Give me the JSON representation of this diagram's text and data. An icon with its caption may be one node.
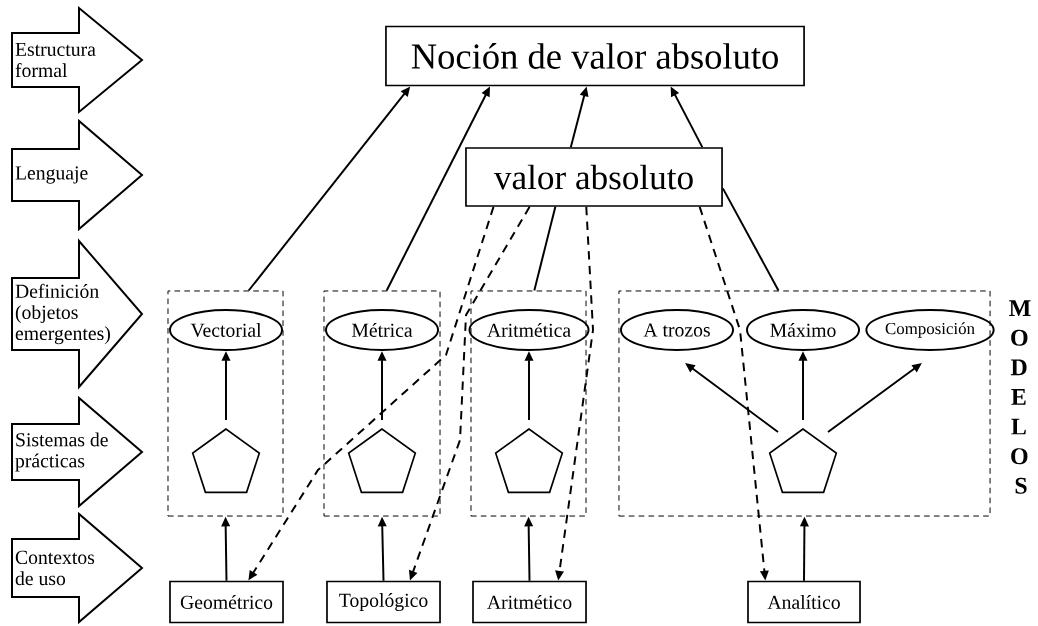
{
  "diagram": {
    "nodes": [
      {
        "text": [
          "Estructura formal"
        ]
      },
      {
        "text": [
          "Lenguaje"
        ]
      },
      {
        "text": [
          "Definición (objetos emergentes)"
        ]
      },
      {
        "text": [
          "Sistemas de prácticas"
        ]
      },
      {
        "text": [
          "Contextos de uso"
        ]
      },
      {
        "text": [
          "Noción de valor absoluto"
        ]
      },
      {
        "text": [
          "valor absoluto"
        ]
      },
      {
        "text": [],
        "shape": "box"
      },
      {
        "text": [],
        "shape": "box"
      },
      {
        "text": [],
        "shape": "box"
      },
      {
        "text": [],
        "shape": "box"
      },
      {
        "text": [
          "Vectorial"
        ],
        "in": 7
      },
      {
        "text": [],
        "shape": "pentagon",
        "in": 7
      },
      {
        "text": [
          "Métrica"
        ],
        "in": 8
      },
      {
        "text": [],
        "shape": "pentagon",
        "in": 8
      },
      {
        "text": [
          "Aritmética"
        ],
        "in": 9
      },
      {
        "text": [],
        "shape": "pentagon",
        "in": 9
      },
      {
        "text": [
          "A trozos"
        ],
        "in": 10
      },
      {
        "text": [
          "Máximo"
        ],
        "in": 10
      },
      {
        "text": [
          "Composición"
        ],
        "in": 10
      },
      {
        "text": [],
        "shape": "pentagon",
        "in": 10
      },
      {
        "text": [
          "Geométrico"
        ]
      },
      {
        "text": [
          "Topológico"
        ]
      },
      {
        "text": [
          "Aritmético"
        ]
      },
      {
        "text": [
          "Analítico"
        ]
      }
    ],
    "edges": [
      {
        "from": 7,
        "to": 5,
        "arrow": "to"
      },
      {
        "from": 8,
        "to": 5,
        "arrow": "to"
      },
      {
        "from": 9,
        "to": 6,
        "arrow": "none"
      },
      {
        "from": 6,
        "to": 5,
        "arrow": "to"
      },
      {
        "from": 10,
        "to": 6,
        "arrow": "none"
      },
      {
        "from": 6,
        "to": 5,
        "arrow": "to"
      },
      {
        "from": 6,
        "to": 21,
        "arrow": "to",
        "style": "dashed"
      },
      {
        "from": 6,
        "to": 22,
        "arrow": "to",
        "style": "dashed"
      },
      {
        "from": 6,
        "to": 23,
        "arrow": "to",
        "style": "dashed"
      },
      {
        "from": 6,
        "to": 24,
        "arrow": "to",
        "style": "dashed"
      },
      {
        "from": 21,
        "to": 7,
        "arrow": "to"
      },
      {
        "from": 22,
        "to": 8,
        "arrow": "to"
      },
      {
        "from": 23,
        "to": 9,
        "arrow": "to"
      },
      {
        "from": 24,
        "to": 10,
        "arrow": "to"
      },
      {
        "from": 12,
        "to": 11,
        "arrow": "to"
      },
      {
        "from": 14,
        "to": 13,
        "arrow": "to"
      },
      {
        "from": 16,
        "to": 15,
        "arrow": "to"
      },
      {
        "from": 20,
        "to": 17,
        "arrow": "to"
      },
      {
        "from": 20,
        "to": 18,
        "arrow": "to"
      },
      {
        "from": 20,
        "to": 19,
        "arrow": "to"
      }
    ],
    "labels": [
      "MODELOS"
    ]
  }
}
